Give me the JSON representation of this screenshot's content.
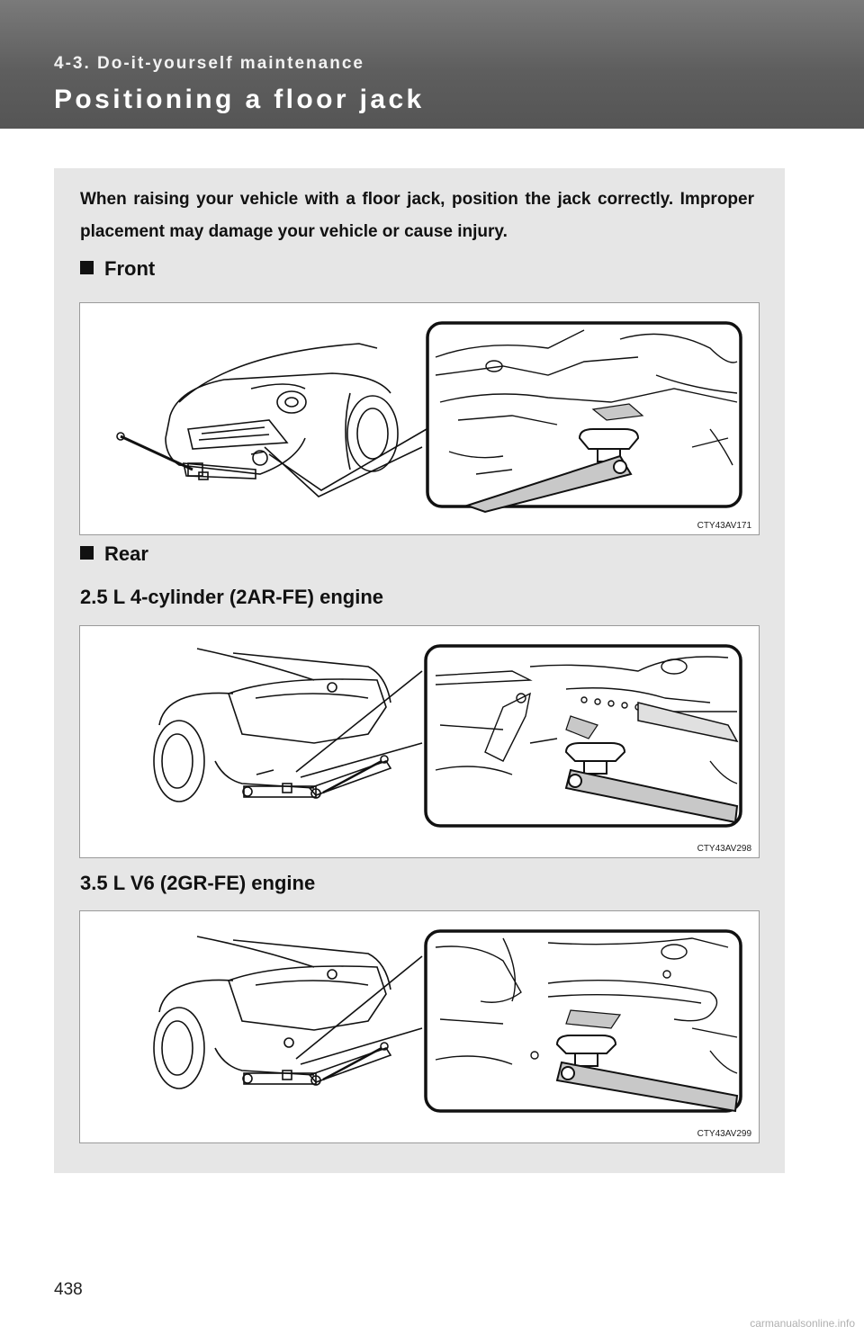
{
  "header": {
    "section": "4-3. Do-it-yourself maintenance",
    "title": "Positioning a floor jack"
  },
  "intro": "When raising your vehicle with a floor jack, position the jack correctly. Improper placement may damage your vehicle or cause injury.",
  "front": {
    "heading": "Front",
    "figure_code": "CTY43AV171"
  },
  "rear": {
    "heading": "Rear",
    "engine_1": {
      "label": "2.5 L 4-cylinder (2AR-FE) engine",
      "figure_code": "CTY43AV298"
    },
    "engine_2": {
      "label": "3.5 L V6 (2GR-FE) engine",
      "figure_code": "CTY43AV299"
    }
  },
  "page_number": "438",
  "watermark": "carmanualsonline.info",
  "colors": {
    "header": "#5e5e5e",
    "panel": "#e6e6e6",
    "highlight": "#c8c8c8"
  }
}
